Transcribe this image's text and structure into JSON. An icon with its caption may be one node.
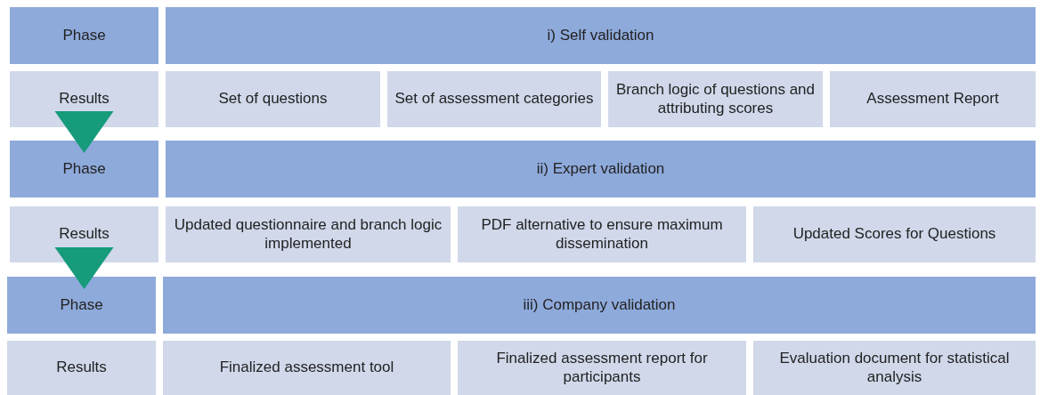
{
  "diagram": {
    "nodes": [
      {
        "text": [
          "Phase"
        ]
      },
      {
        "text": [
          "i) Self validation"
        ]
      },
      {
        "text": [
          "Results"
        ]
      },
      {
        "text": [
          "Set of questions"
        ]
      },
      {
        "text": [
          "Set of assessment categories"
        ]
      },
      {
        "text": [
          "Branch logic of questions and attributing scores"
        ]
      },
      {
        "text": [
          "Assessment Report"
        ]
      },
      {
        "text": [
          "Phase"
        ]
      },
      {
        "text": [
          "ii) Expert validation"
        ]
      },
      {
        "text": [
          "Results"
        ]
      },
      {
        "text": [
          "Updated questionnaire and branch logic implemented"
        ]
      },
      {
        "text": [
          "PDF alternative to ensure maximum dissemination"
        ]
      },
      {
        "text": [
          "Updated Scores for Questions"
        ]
      },
      {
        "text": [
          "Phase"
        ]
      },
      {
        "text": [
          "iii) Company validation"
        ]
      },
      {
        "text": [
          "Results"
        ]
      },
      {
        "text": [
          "Finalized assessment tool"
        ]
      },
      {
        "text": [
          "Finalized assessment report for participants"
        ]
      },
      {
        "text": [
          "Evaluation document for statistical analysis"
        ]
      }
    ],
    "edges": [
      {
        "from": 2,
        "to": 7,
        "arrow": "to",
        "color": "#169b7b"
      },
      {
        "from": 9,
        "to": 13,
        "arrow": "to",
        "color": "#169b7b"
      }
    ]
  }
}
